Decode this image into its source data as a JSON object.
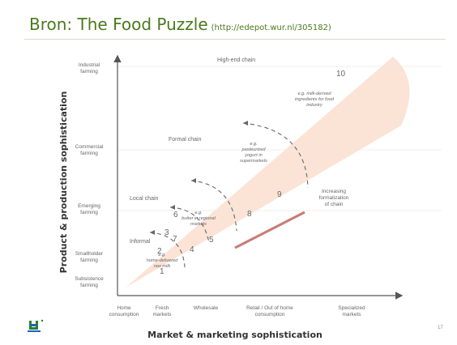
{
  "slide": {
    "title": "Bron: The Food Puzzle",
    "source": "(http://edepot.wur.nl/305182)",
    "page_number": "17"
  },
  "diagram": {
    "x_axis_title": "Market & marketing sophistication",
    "y_axis_title": "Product & production sophistication",
    "x_ticks": [
      [
        "Home",
        "consumption"
      ],
      [
        "Fresh",
        "markets"
      ],
      [
        "Wholesale"
      ],
      [
        "Retail / Out of home",
        "consumption"
      ],
      [
        "Specialized",
        "markets"
      ]
    ],
    "y_ticks": [
      [
        "Industrial",
        "farming"
      ],
      [
        "Commercial",
        "farming"
      ],
      [
        "Emerging",
        "farming"
      ],
      [
        "Smallholder",
        "farming"
      ],
      [
        "Subsistence",
        "farming"
      ]
    ],
    "chain_labels": [
      "High-end chain",
      "Formal chain",
      "Local chain",
      "Informal"
    ],
    "numbers": [
      "1",
      "2",
      "3",
      "4",
      "5",
      "6",
      "7",
      "8",
      "9",
      "10"
    ],
    "examples": [
      [
        "e.g.",
        "home-delivered",
        "raw milk"
      ],
      [
        "e.g.",
        "butter in regional",
        "markets"
      ],
      [
        "e.g.",
        "pasteurized",
        "yogurt in",
        "supermarkets"
      ],
      [
        "e.g. milk-derived",
        "ingredients for food",
        "industry"
      ]
    ],
    "trend_label": [
      "Increasing",
      "formalization",
      "of chain"
    ],
    "colors": {
      "wedge": "#fbe3d6",
      "arrow": "#c87d72",
      "axis": "#555555",
      "dashed": "#666666"
    }
  }
}
